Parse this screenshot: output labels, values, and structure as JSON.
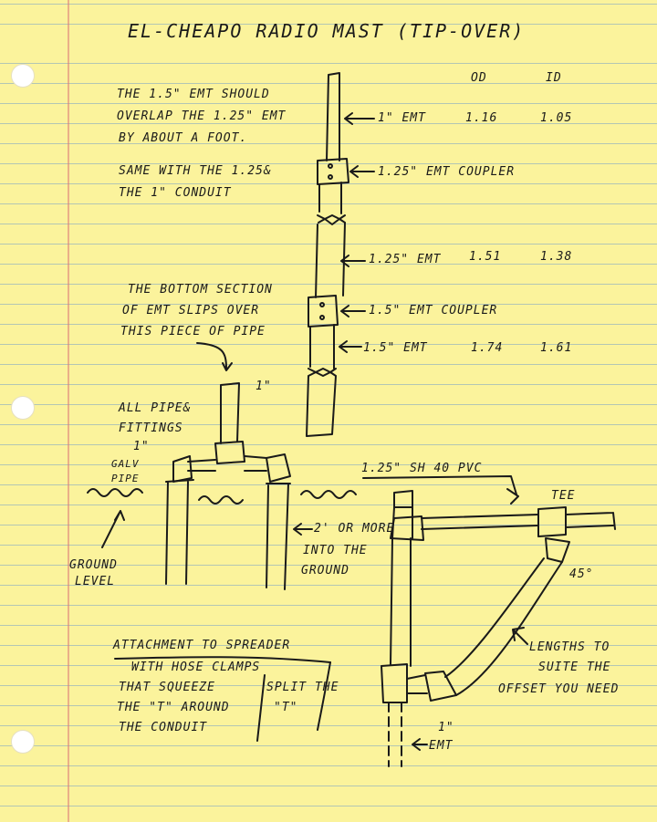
{
  "title": "EL-CHEAPO  RADIO MAST (TIP-OVER)",
  "columns": {
    "od": "OD",
    "id": "ID"
  },
  "notes": {
    "overlap": [
      "THE 1.5\" EMT SHOULD",
      "OVERLAP THE 1.25\" EMT",
      "BY ABOUT A FOOT."
    ],
    "same": [
      "SAME WITH THE 1.25&",
      "THE 1\" CONDUIT"
    ],
    "bottom": [
      "THE BOTTOM SECTION",
      "OF EMT SLIPS OVER",
      "THIS PIECE OF PIPE"
    ],
    "fittings": [
      "ALL PIPE&",
      "FITTINGS",
      "1\"",
      "GALV",
      "PIPE"
    ],
    "ground": [
      "GROUND",
      "LEVEL"
    ],
    "depth": [
      "2' OR MORE",
      "INTO THE",
      "GROUND"
    ],
    "attach": [
      "ATTACHMENT TO SPREADER",
      "WITH HOSE CLAMPS",
      "THAT SQUEEZE",
      "THE \"T\" AROUND",
      "THE CONDUIT"
    ],
    "split": [
      "SPLIT THE",
      "\"T\""
    ],
    "lengths": [
      "LENGTHS TO",
      "SUITE THE",
      "OFFSET YOU NEED"
    ]
  },
  "labels": {
    "emt1": "1\" EMT",
    "od1": "1.16",
    "id1": "1.05",
    "coupler125": "1.25\" EMT COUPLER",
    "emt125": "1.25\" EMT",
    "od125": "1.51",
    "id125": "1.38",
    "coupler15": "1.5\" EMT COUPLER",
    "emt15": "1.5\" EMT",
    "od15": "1.74",
    "id15": "1.61",
    "pipe1": "1\"",
    "pvc": "1.25\" SH 40 PVC",
    "tee": "TEE",
    "deg45": "45°",
    "bottomEmt": [
      "1\"",
      "EMT"
    ]
  }
}
